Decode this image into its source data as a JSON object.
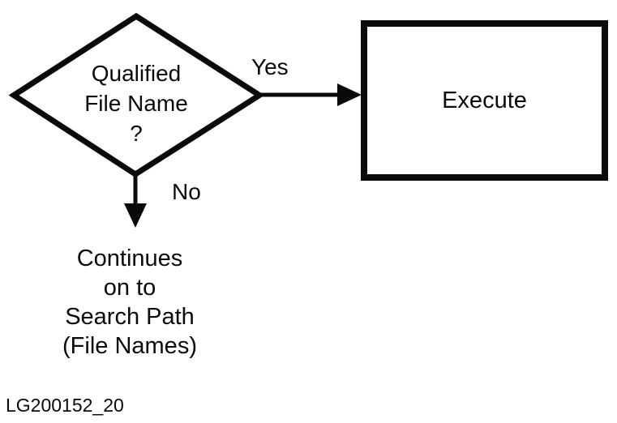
{
  "colors": {
    "ink": "#0a0a0a",
    "background": "#ffffff"
  },
  "flowchart": {
    "decision": {
      "lines": [
        "Qualified",
        "File Name",
        "?"
      ]
    },
    "branches": {
      "yes_label": "Yes",
      "no_label": "No"
    },
    "process": {
      "label": "Execute"
    },
    "continuation": {
      "lines": [
        "Continues",
        "on to",
        "Search Path",
        "(File Names)"
      ]
    },
    "figure_id": "LG200152_20"
  }
}
